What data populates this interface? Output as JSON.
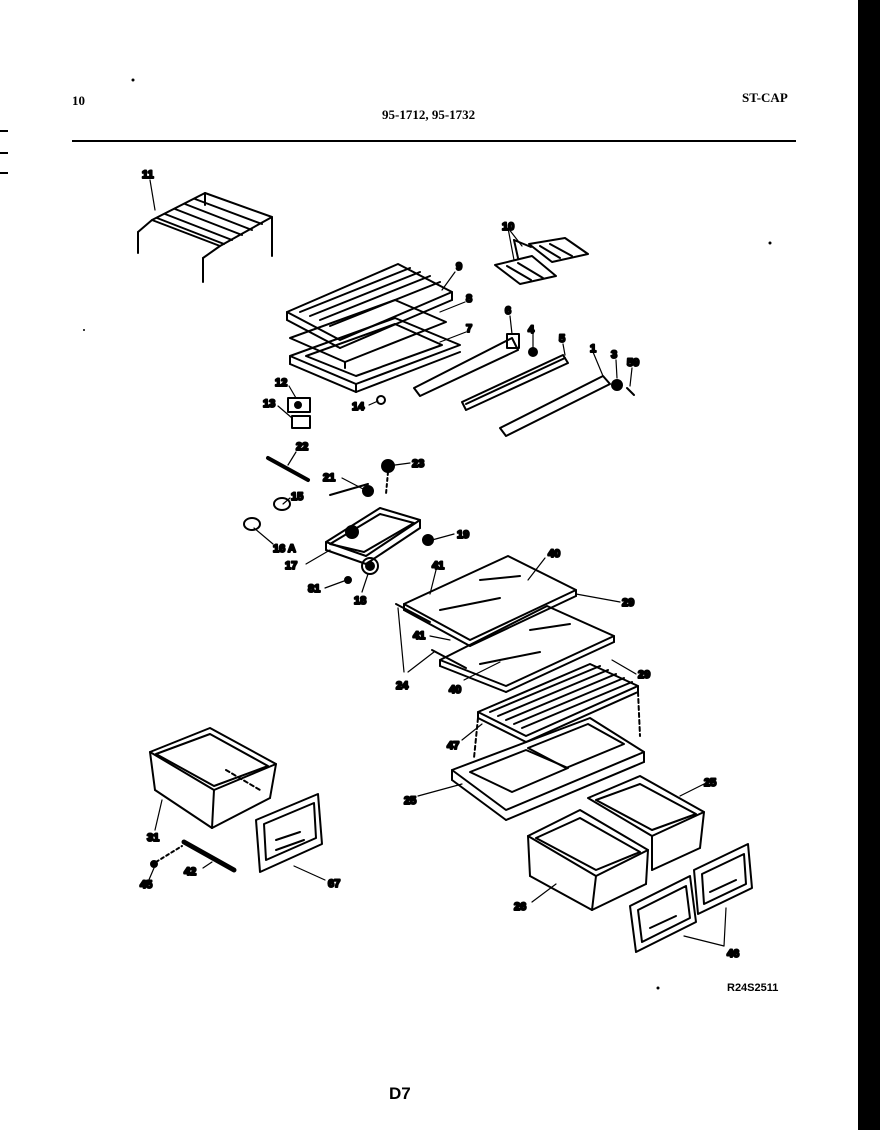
{
  "header": {
    "page_number": "10",
    "models": "95-1712, 95-1732",
    "series": "ST-CAP"
  },
  "footer": {
    "reference_code": "R24S2511",
    "page_code": "D7"
  },
  "part_labels": {
    "p11": "11",
    "p10": "10",
    "p9": "9",
    "p8": "8",
    "p7": "7",
    "p6": "6",
    "p4": "4",
    "p5": "5",
    "p1": "1",
    "p3": "3",
    "p59": "59",
    "p12": "12",
    "p13": "13",
    "p14": "14",
    "p22": "22",
    "p23": "23",
    "p15": "15",
    "p21": "21",
    "p16a": "16 A",
    "p19": "19",
    "p17": "17",
    "p81": "81",
    "p18": "18",
    "p40a": "40",
    "p41a": "41",
    "p29a": "29",
    "p41b": "41",
    "p29b": "29",
    "p24": "24",
    "p40b": "40",
    "p47": "47",
    "p25a": "25",
    "p25b": "25",
    "p31": "31",
    "p42": "42",
    "p45": "45",
    "p67": "67",
    "p26": "26",
    "p46": "46"
  }
}
